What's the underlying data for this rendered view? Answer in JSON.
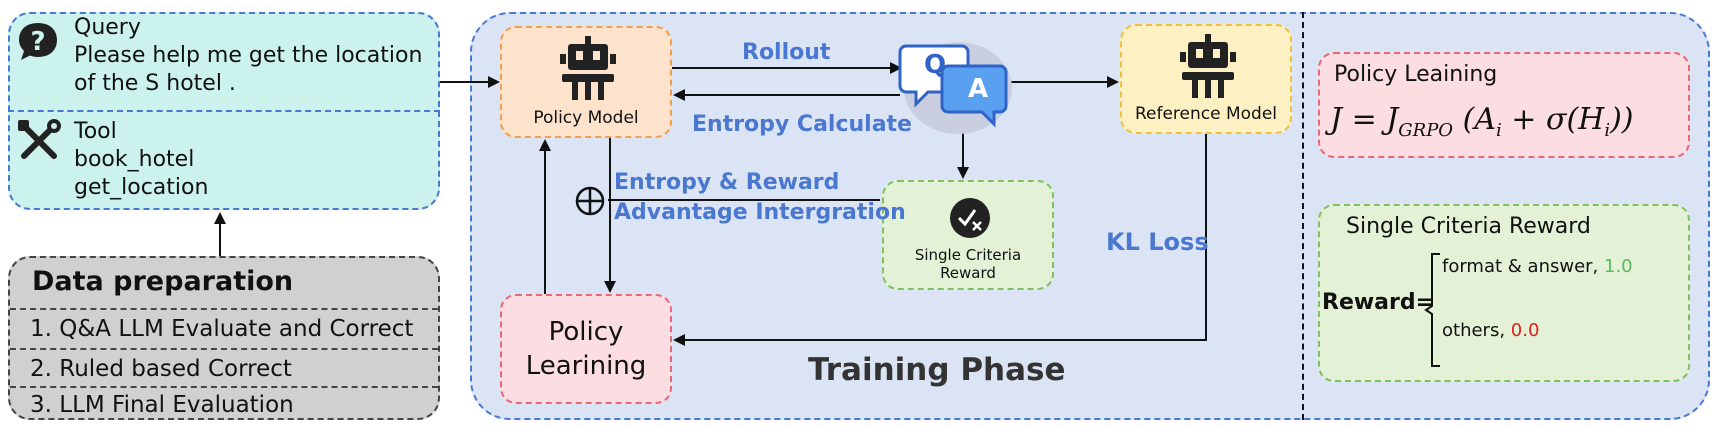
{
  "input": {
    "query_label": "Query",
    "query_text_line1": "Please help me get the location",
    "query_text_line2": "of the S hotel .",
    "tool_label": "Tool",
    "tools": [
      "book_hotel",
      "get_location"
    ]
  },
  "data_preparation": {
    "title": "Data preparation",
    "steps": [
      "1. Q&A LLM Evaluate and Correct",
      "2. Ruled based Correct",
      "3. LLM Final Evaluation"
    ]
  },
  "training": {
    "policy_model": "Policy Model",
    "reference_model": "Reference Model",
    "qa_q": "Q",
    "qa_a": "A",
    "rollout": "Rollout",
    "entropy_calculate": "Entropy Calculate",
    "entropy_reward_line1": "Entropy & Reward",
    "entropy_reward_line2": "Advantage Intergration",
    "single_criteria_reward_line1": "Single Criteria",
    "single_criteria_reward_line2": "Reward",
    "kl_loss": "KL Loss",
    "policy_learning_line1": "Policy",
    "policy_learning_line2": "Learining",
    "phase_title": "Training Phase"
  },
  "right_panel": {
    "policy_title": "Policy Leaining",
    "formula": "J = J_GRPO (A_i + σ(H_i))",
    "reward_title": "Single Criteria Reward",
    "reward_label": "Reward=",
    "case1_text": "format & answer, ",
    "case1_value": "1.0",
    "case2_text": "others, ",
    "case2_value": "0.0"
  },
  "colors": {
    "blue_accent": "#4a78d0",
    "green_value": "#5cb85c",
    "red_value": "#e02020"
  }
}
